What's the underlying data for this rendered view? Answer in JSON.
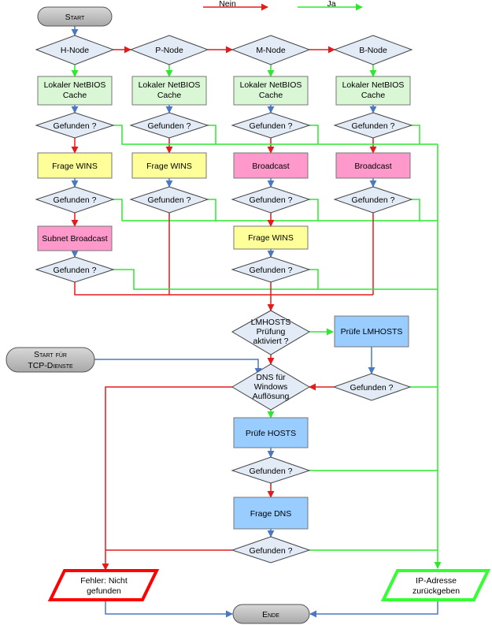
{
  "legend": {
    "no": "Nein",
    "yes": "Ja"
  },
  "colors": {
    "no": "#e31b1b",
    "yes": "#2ee82e",
    "flow": "#4a78c2"
  },
  "start": "Start",
  "start_tcp": [
    "Start für",
    "TCP-Dienste"
  ],
  "nodes": {
    "h": "H-Node",
    "p": "P-Node",
    "m": "M-Node",
    "b": "B-Node"
  },
  "cache": [
    "Lokaler NetBIOS",
    "Cache"
  ],
  "found": "Gefunden ?",
  "query_wins": "Frage WINS",
  "broadcast": "Broadcast",
  "subnet_broadcast": "Subnet Broadcast",
  "lmhosts_enabled": [
    "LMHOSTS",
    "Prüfung",
    "aktiviert ?"
  ],
  "check_lmhosts": "Prüfe LMHOSTS",
  "dns_windows": [
    "DNS für",
    "Windows",
    "Auflösung"
  ],
  "check_hosts": "Prüfe HOSTS",
  "query_dns": "Frage DNS",
  "error": [
    "Fehler: Nicht",
    "gefunden"
  ],
  "return_ip": [
    "IP-Adresse",
    "zurückgeben"
  ],
  "end": "Ende"
}
